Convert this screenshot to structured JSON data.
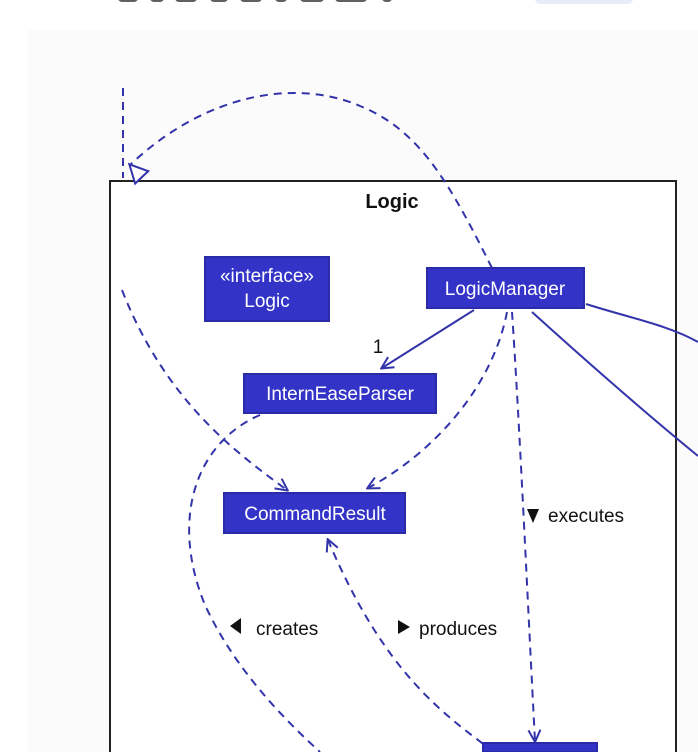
{
  "diagram": {
    "package": {
      "title": "Logic"
    },
    "classes": {
      "logic_interface": {
        "stereotype": "«interface»",
        "name": "Logic"
      },
      "logic_manager": {
        "name": "LogicManager"
      },
      "intern_ease_parser": {
        "name": "InternEaseParser"
      },
      "command_result": {
        "name": "CommandResult"
      }
    },
    "relations": {
      "manager_parser_multiplicity": "1",
      "executes": "executes",
      "creates": "creates",
      "produces": "produces"
    },
    "colors": {
      "class_fill": "#3333c7",
      "class_border": "#2b2ba8",
      "line": "#3333aa",
      "package_border": "#222222"
    }
  }
}
